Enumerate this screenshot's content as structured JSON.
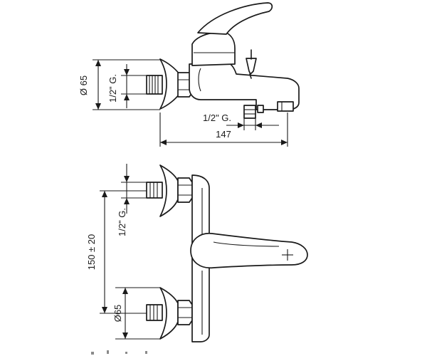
{
  "side_view": {
    "dim_diameter": "Ø 65",
    "dim_inlet_thread": "1/2\" G.",
    "dim_outlet_thread": "1/2\" G.",
    "dim_length": "147"
  },
  "front_view": {
    "dim_inlet_thread": "1/2\" G.",
    "dim_spacing": "150 ± 20",
    "dim_diameter": "Ø65"
  }
}
